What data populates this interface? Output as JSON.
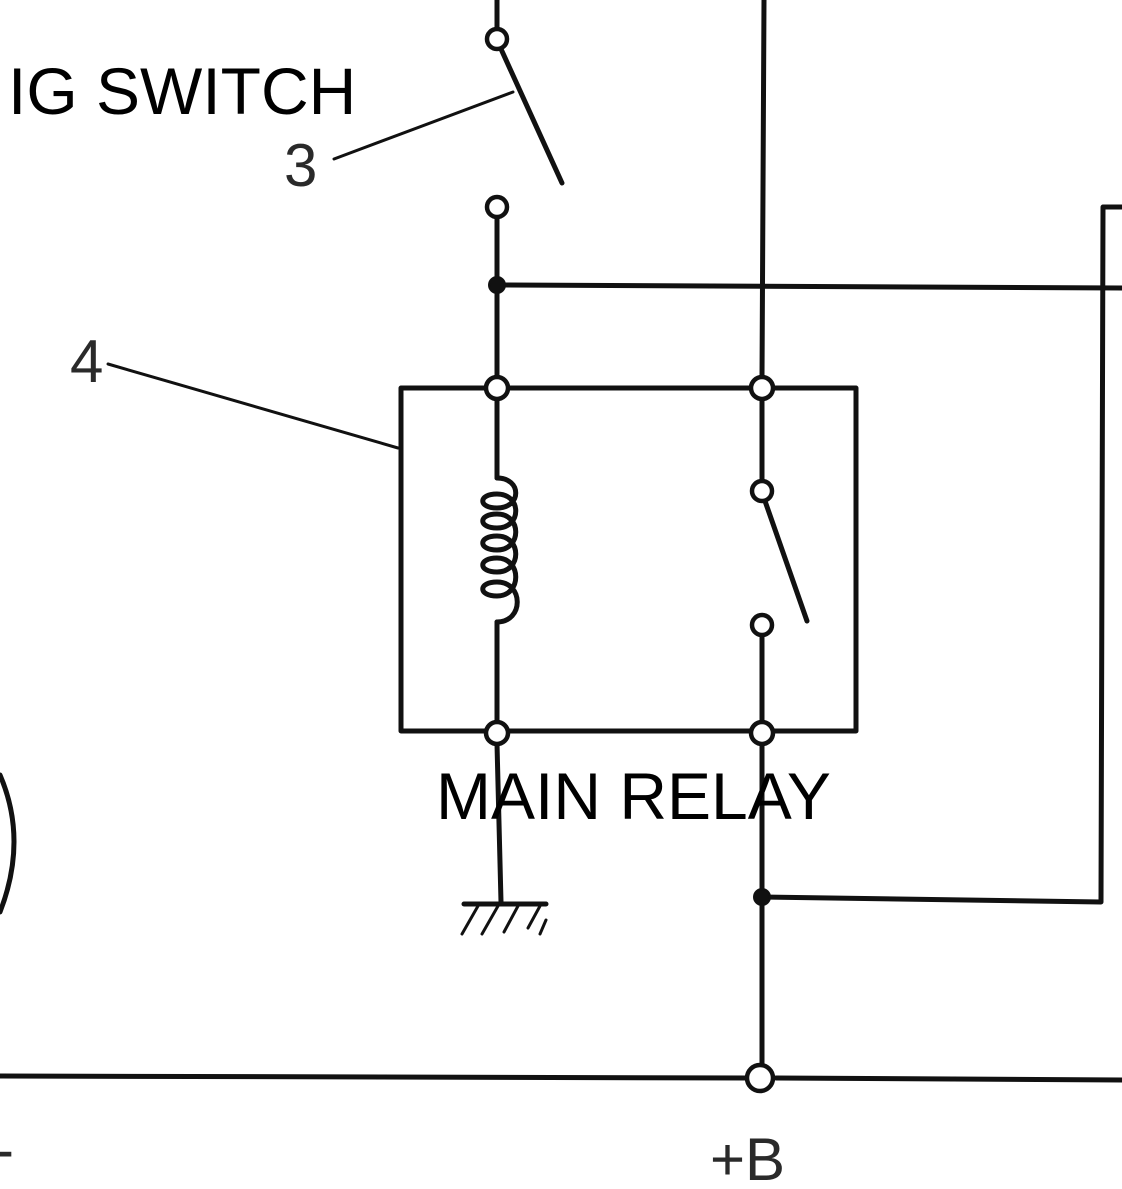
{
  "diagram": {
    "labels": {
      "ig_switch": "IG SWITCH",
      "main_relay": "MAIN RELAY",
      "callout_3": "3",
      "callout_4": "4",
      "plus_b": "+B",
      "minus": "-"
    },
    "colors": {
      "line": "#111111",
      "background": "#ffffff"
    },
    "components": [
      "ig-switch",
      "main-relay",
      "relay-coil",
      "relay-contact",
      "ground",
      "battery-plus-b"
    ]
  }
}
